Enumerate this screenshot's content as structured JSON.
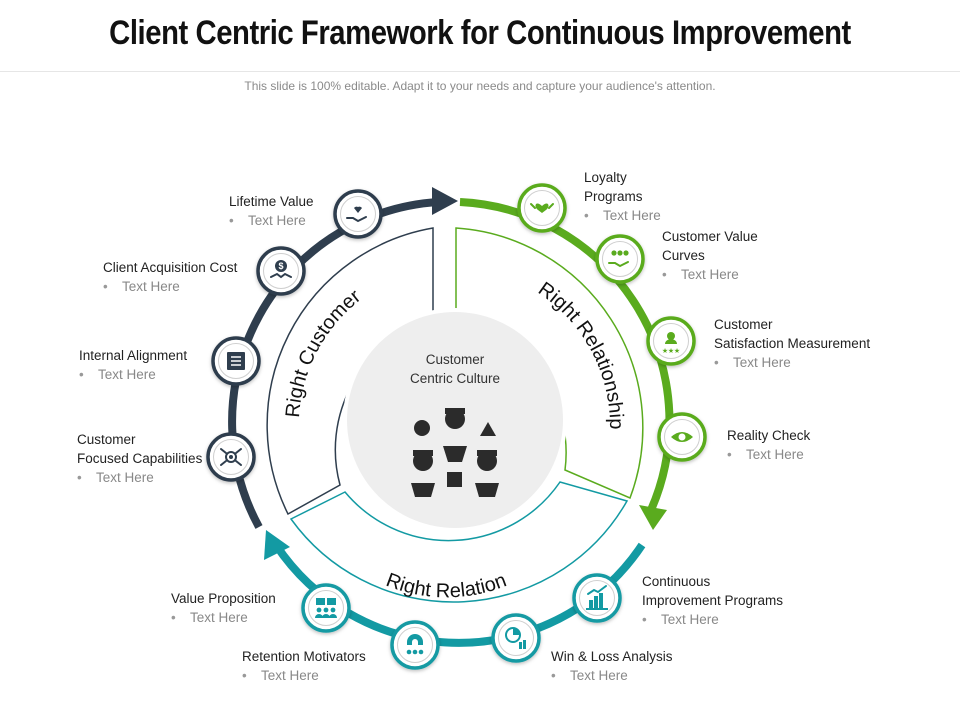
{
  "title": "Client Centric Framework for Continuous Improvement",
  "subtitle": "This slide is 100% editable. Adapt it to your needs and capture your audience's attention.",
  "center": {
    "line1": "Customer",
    "line2": "Centric Culture"
  },
  "sections": {
    "customer": "Right Customer",
    "relationship": "Right Relationship",
    "relation": "Right Relation"
  },
  "bullet": "Text Here",
  "items": [
    {
      "title": [
        "Lifetime Value"
      ],
      "icon": "hand-heart-icon",
      "sub": "Text Here"
    },
    {
      "title": [
        "Client Acquisition Cost"
      ],
      "icon": "dollar-handshake-icon",
      "sub": "Text Here"
    },
    {
      "title": [
        "Internal Alignment"
      ],
      "icon": "document-list-icon",
      "sub": "Text Here"
    },
    {
      "title": [
        "Customer",
        "Focused Capabilities"
      ],
      "icon": "circuit-target-icon",
      "sub": "Text Here"
    },
    {
      "title": [
        "Loyalty",
        "Programs"
      ],
      "icon": "heart-hand-icon",
      "sub": "Text Here"
    },
    {
      "title": [
        "Customer Value",
        "Curves"
      ],
      "icon": "group-hand-icon",
      "sub": "Text Here"
    },
    {
      "title": [
        "Customer",
        "Satisfaction Measurement"
      ],
      "icon": "user-stars-icon",
      "sub": "Text Here"
    },
    {
      "title": [
        "Reality Check"
      ],
      "icon": "eye-icon",
      "sub": "Text Here"
    },
    {
      "title": [
        "Continuous",
        "Improvement Programs"
      ],
      "icon": "bar-chart-icon",
      "sub": "Text Here"
    },
    {
      "title": [
        "Win & Loss Analysis"
      ],
      "icon": "analysis-chart-icon",
      "sub": "Text Here"
    },
    {
      "title": [
        "Retention Motivators"
      ],
      "icon": "magnet-people-icon",
      "sub": "Text Here"
    },
    {
      "title": [
        "Value Proposition"
      ],
      "icon": "presentation-people-icon",
      "sub": "Text Here"
    }
  ],
  "colors": {
    "customer": "#2f3e4e",
    "relationship": "#5aab1e",
    "relation": "#139aa3",
    "center": "#eeeeee",
    "dark": "#2b2b2b"
  }
}
